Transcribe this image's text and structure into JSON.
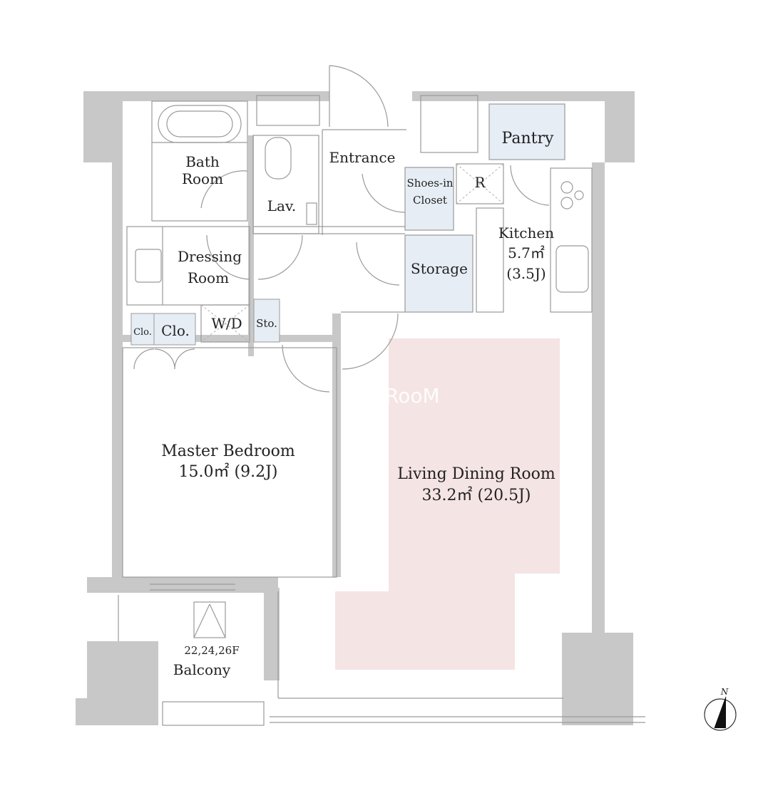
{
  "colors": {
    "wall": "#c8c8c8",
    "storage_fill": "#e6edf5",
    "living_highlight": "#f5e4e4"
  },
  "rooms": {
    "bath_room": [
      "Bath",
      "Room"
    ],
    "lavatory": "Lav.",
    "entrance": "Entrance",
    "shoes_in_closet": [
      "Shoes-in",
      "Closet"
    ],
    "refrigerator": "R",
    "pantry": "Pantry",
    "kitchen": [
      "Kitchen",
      "5.7㎡",
      "(3.5J)"
    ],
    "dressing_room": [
      "Dressing",
      "Room"
    ],
    "storage": "Storage",
    "closet_small": "Clo.",
    "closet": "Clo.",
    "washer_dryer": "W/D",
    "storage_small": "Sto.",
    "master_bedroom": [
      "Master Bedroom",
      "15.0㎡  (9.2J)"
    ],
    "living_dining_room": [
      "Living Dining Room",
      "33.2㎡  (20.5J)"
    ],
    "balcony_floors": "22,24,26F",
    "balcony": "Balcony"
  },
  "watermark": "RooM",
  "compass": {
    "label": "N",
    "icon": "north-arrow-icon"
  }
}
